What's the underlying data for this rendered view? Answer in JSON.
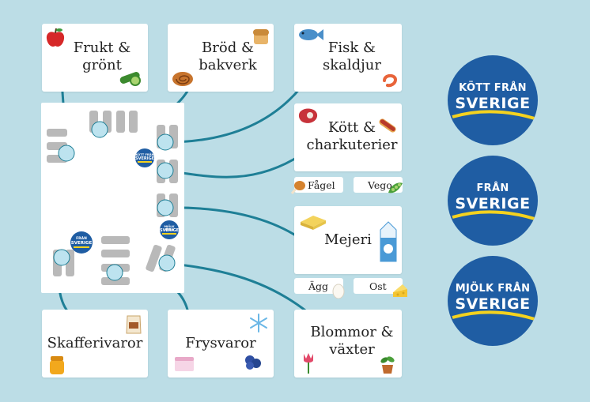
{
  "sections": {
    "frukt": "Frukt &\ngrönt",
    "brod": "Bröd &\nbakverk",
    "fisk": "Fisk &\nskaldjur",
    "kott": "Kött &\ncharkuterier",
    "mejeri": "Mejeri",
    "skafferi": "Skafferivaror",
    "frys": "Frysvaror",
    "blommor": "Blommor &\nväxter"
  },
  "pills": {
    "fagel": "Fågel",
    "vego": "Vego",
    "agg": "Ägg",
    "ost": "Ost"
  },
  "badges": {
    "kott": {
      "line1": "KÖTT FRÅN",
      "line2": "SVERIGE"
    },
    "fran": {
      "line1": "FRÅN",
      "line2": "SVERIGE"
    },
    "mjolk": {
      "line1": "MJÖLK FRÅN",
      "line2": "SVERIGE"
    }
  },
  "map_badges": {
    "kott": {
      "line1": "KÖTT FRÅN",
      "line2": "SVERIGE"
    },
    "fran": {
      "line1": "FRÅN",
      "line2": "SVERIGE"
    },
    "mjolk": {
      "line1": "MJÖLK FRÅN",
      "line2": "SVERIGE"
    }
  },
  "colors": {
    "background": "#bcdde6",
    "badge_blue": "#1f5da3",
    "badge_yellow": "#f4d21f",
    "connector": "#1e7f96",
    "marker": "#bde3ef",
    "shelf": "#b9b9b9"
  },
  "icons": [
    "apple-icon",
    "cucumber-icon",
    "bread-icon",
    "cinnamon-bun-icon",
    "fish-icon",
    "shrimp-icon",
    "steak-icon",
    "hotdog-icon",
    "chicken-leg-icon",
    "pea-pod-icon",
    "butter-icon",
    "milk-carton-icon",
    "egg-icon",
    "cheese-icon",
    "flour-bag-icon",
    "honey-jar-icon",
    "snowflake-icon",
    "ice-cream-box-icon",
    "blueberries-icon",
    "tulip-icon",
    "potted-plant-icon"
  ]
}
